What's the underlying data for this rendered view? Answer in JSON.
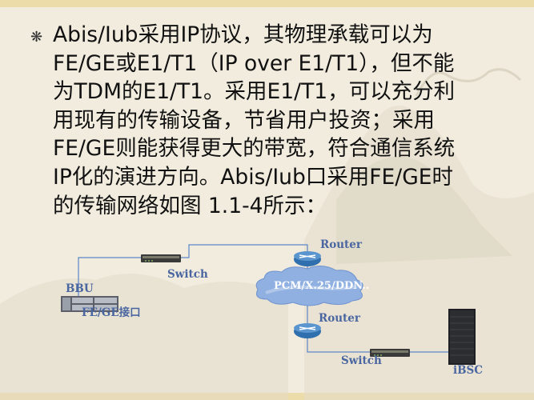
{
  "slide": {
    "bullet_glyph": "❋",
    "paragraph_lines": [
      "Abis/Iub采用IP协议，其物理承载可以为",
      "FE/GE或E1/T1（IP over E1/T1），但不能",
      "为TDM的E1/T1。采用E1/T1，可以充分利",
      "用现有的传输设备，节省用户投资；采用",
      "FE/GE则能获得更大的带宽，符合通信系统",
      "IP化的演进方向。Abis/Iub口采用FE/GE时",
      "的传输网络如图 1.1-4所示："
    ]
  },
  "diagram": {
    "labels": {
      "router_top": "Router",
      "switch_left": "Switch",
      "bbu": "BBU",
      "fe_ge_interface": "FE/GE接口",
      "cloud": "PCM/X.25/DDN..",
      "router_bottom": "Router",
      "switch_bottom": "Switch",
      "ibsc": "iBSC"
    },
    "colors": {
      "label_blue": "#4a66a0",
      "line_blue": "#5b86c8",
      "router_blue": "#2f6fae",
      "cloud_blue": "#8fb0e0",
      "frame": "#ecdcaa"
    }
  }
}
